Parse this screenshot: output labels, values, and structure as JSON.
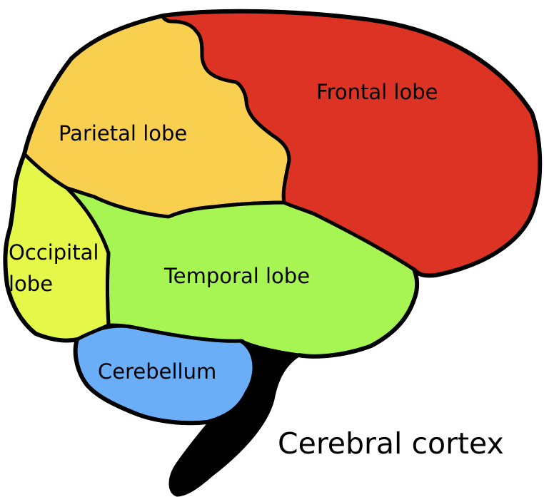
{
  "diagram": {
    "title": "Cerebral cortex",
    "regions": {
      "frontal": {
        "label": "Frontal lobe",
        "color": "#dc3325"
      },
      "parietal": {
        "label": "Parietal lobe",
        "color": "#f8cf4f"
      },
      "occipital": {
        "label_line1": "Occipital",
        "label_line2": "lobe",
        "color": "#e5f84a"
      },
      "temporal": {
        "label": "Temporal lobe",
        "color": "#a6f553"
      },
      "cerebellum": {
        "label": "Cerebellum",
        "color": "#6aaef8"
      },
      "brainstem": {
        "color": "#000000"
      }
    },
    "outline_color": "#000000"
  }
}
